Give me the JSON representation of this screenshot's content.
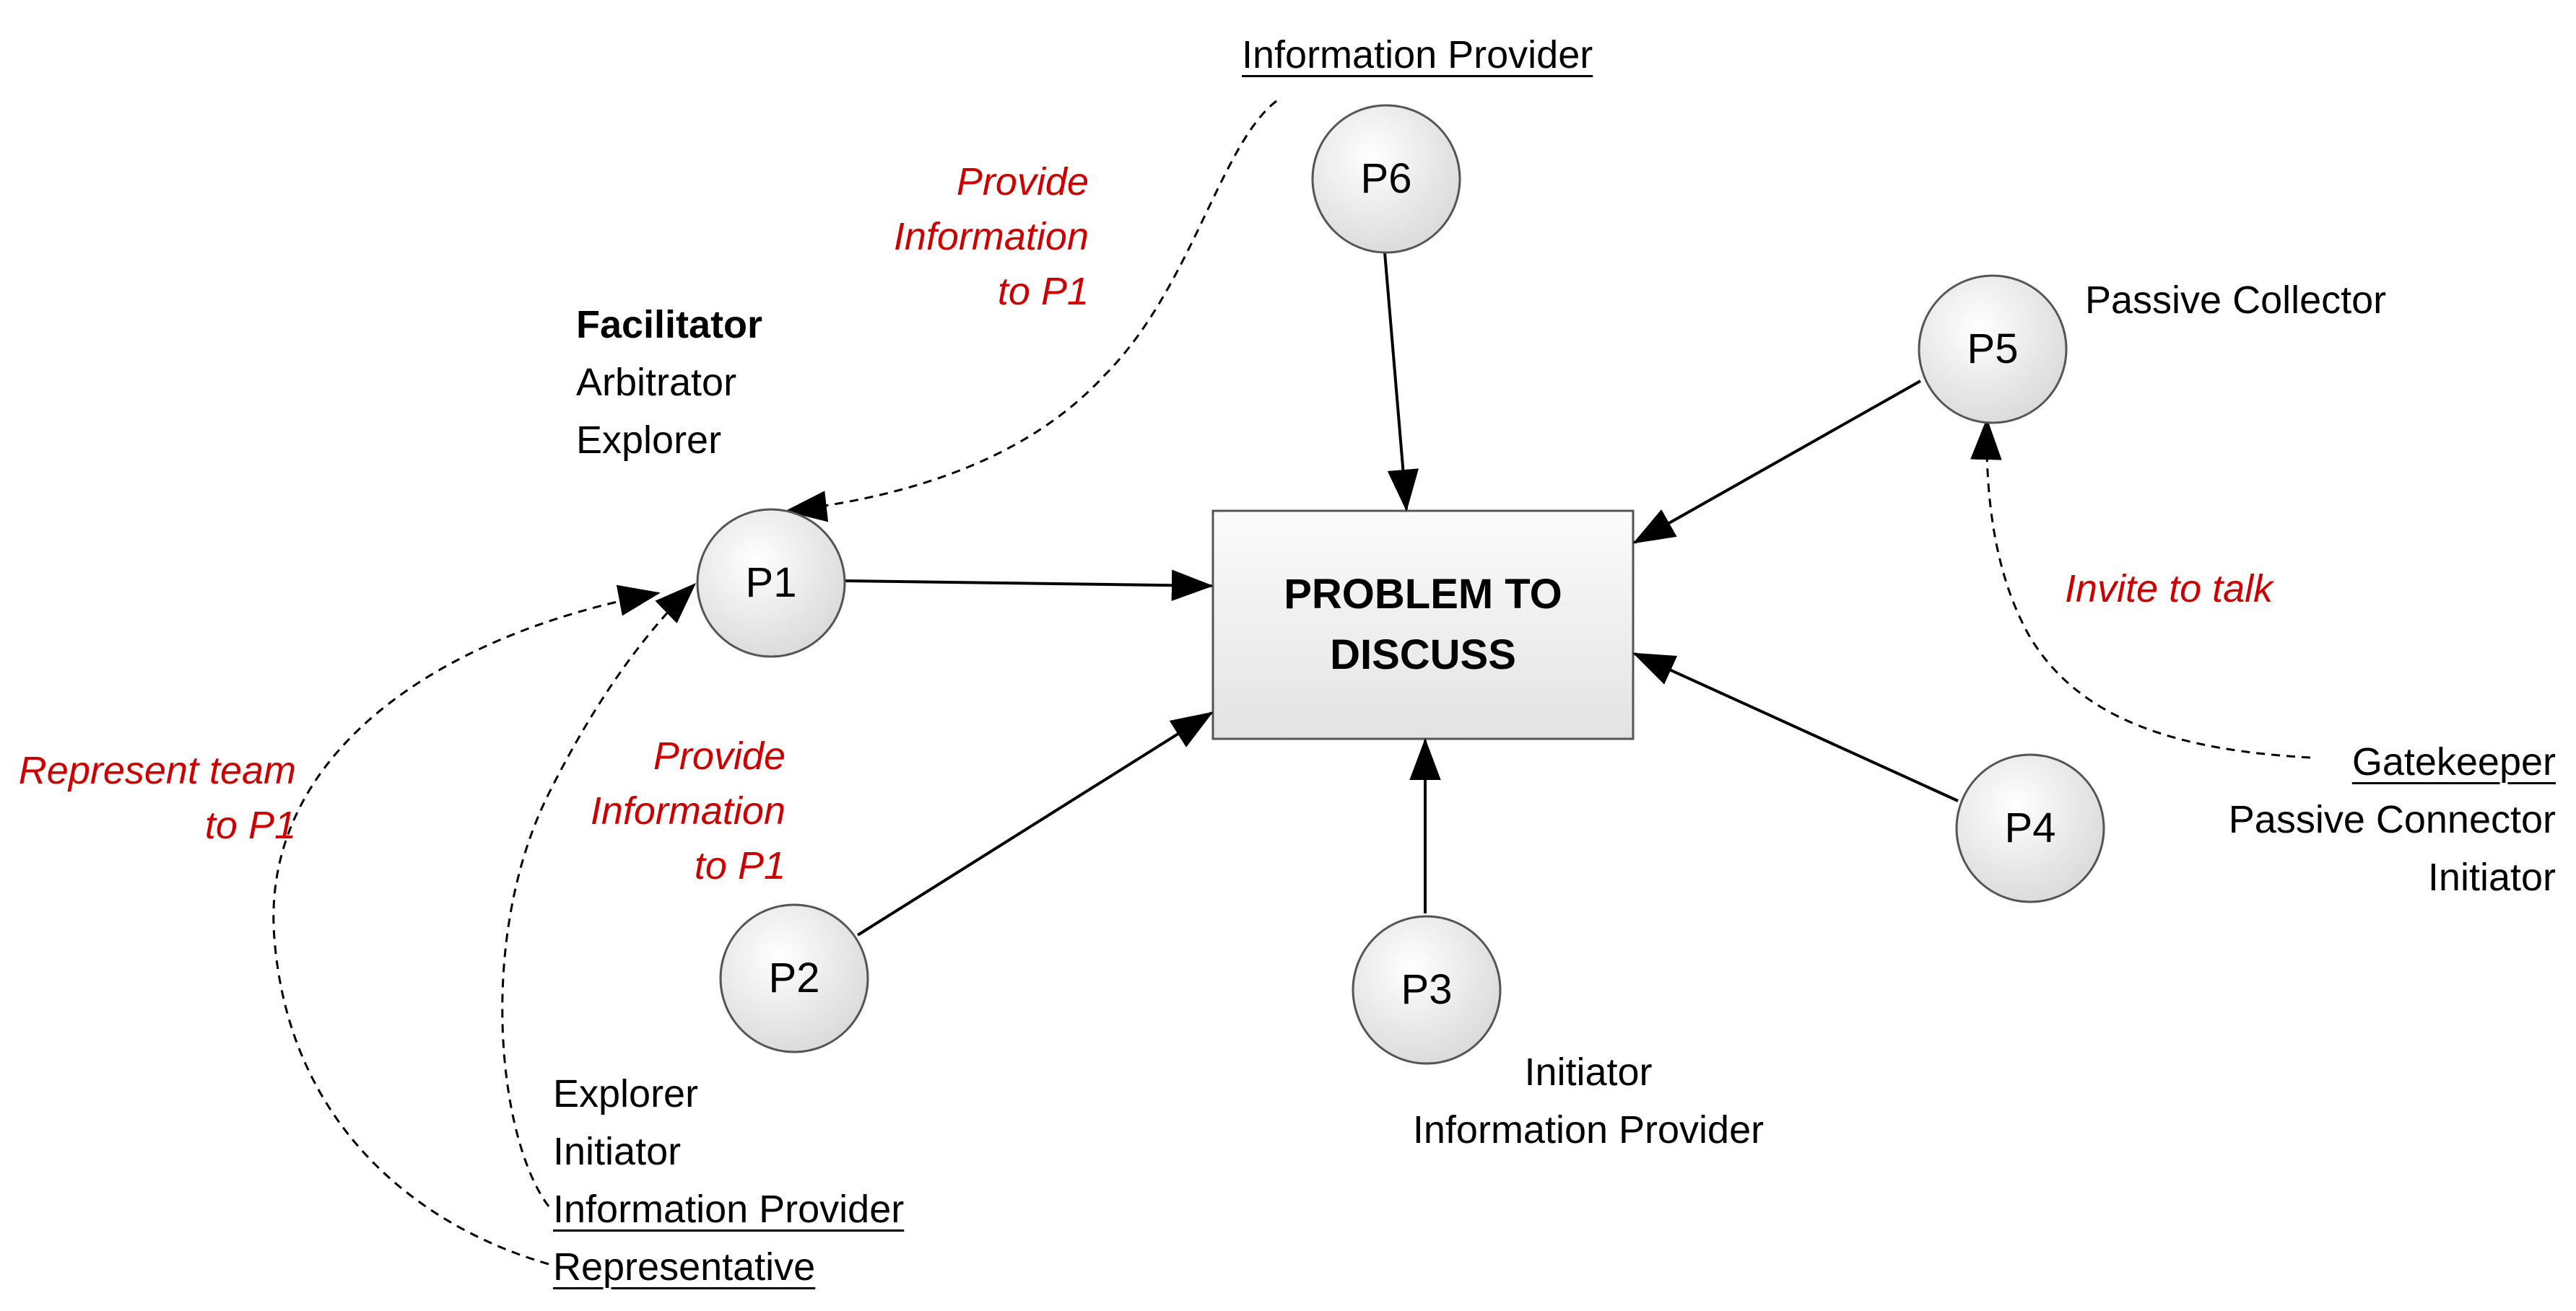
{
  "central": {
    "line1": "PROBLEM TO",
    "line2": "DISCUSS"
  },
  "nodes": {
    "p1": "P1",
    "p2": "P2",
    "p3": "P3",
    "p4": "P4",
    "p5": "P5",
    "p6": "P6"
  },
  "labels": {
    "top_info_provider": "Information Provider",
    "p1_roles": [
      "Facilitator",
      "Arbitrator",
      "Explorer"
    ],
    "p5_role": "Passive Collector",
    "p2_roles": [
      "Explorer",
      "Initiator",
      "Information Provider",
      "Representative"
    ],
    "p3_roles": [
      "Initiator",
      "Information Provider"
    ],
    "gatekeeper_roles": [
      "Gatekeeper",
      "Passive Connector",
      "Initiator"
    ]
  },
  "annotations": {
    "provide_info_top": [
      "Provide",
      "Information",
      "to P1"
    ],
    "provide_info_mid": [
      "Provide",
      "Information",
      "to P1"
    ],
    "represent_team": [
      "Represent team",
      "to P1"
    ],
    "invite_to_talk": "Invite to talk"
  },
  "colors": {
    "annotation": "#cc0000",
    "node_fill_light": "#ffffff",
    "node_fill_dark": "#dcdcdc",
    "line": "#000000"
  }
}
